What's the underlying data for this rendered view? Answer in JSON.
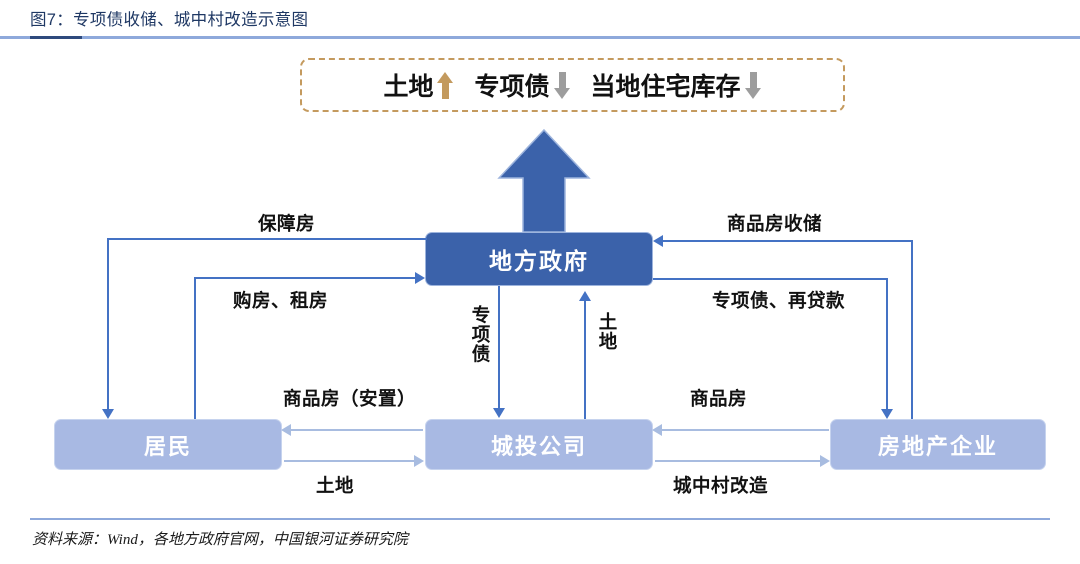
{
  "figure": {
    "title": "图7：专项债收储、城中村改造示意图",
    "source": "资料来源：Wind，各地方政府官网，中国银河证券研究院"
  },
  "colors": {
    "title_text": "#1F3864",
    "rule": "#8EA9DB",
    "dashed_border": "#C49A5E",
    "arrow_up_gold": "#C39A5E",
    "arrow_down_gray": "#9D9D9D",
    "node_primary": "#3B62AA",
    "node_secondary": "#A8B9E3",
    "connector_dark": "#4472C4",
    "connector_light": "#A8BCE0"
  },
  "callout": {
    "items": [
      {
        "text": "土地",
        "arrow": "up-arrow-icon",
        "direction": "up"
      },
      {
        "text": "专项债",
        "arrow": "down-arrow-icon",
        "direction": "down"
      },
      {
        "text": "当地住宅库存",
        "arrow": "down-arrow-icon",
        "direction": "down"
      }
    ]
  },
  "nodes": {
    "government": "地方政府",
    "residents": "居民",
    "city_investment": "城投公司",
    "developer": "房地产企业"
  },
  "edges": {
    "gov_to_residents": "保障房",
    "residents_to_gov": "购房、租房",
    "developer_to_gov": "商品房收储",
    "gov_to_developer": "专项债、再贷款",
    "gov_to_ctou_bonds": "专项债",
    "ctou_to_gov_land": "土地",
    "ctou_to_residents_housing": "商品房（安置）",
    "residents_to_ctou_land": "土地",
    "developer_to_ctou_housing": "商品房",
    "ctou_to_developer_renovation": "城中村改造"
  }
}
